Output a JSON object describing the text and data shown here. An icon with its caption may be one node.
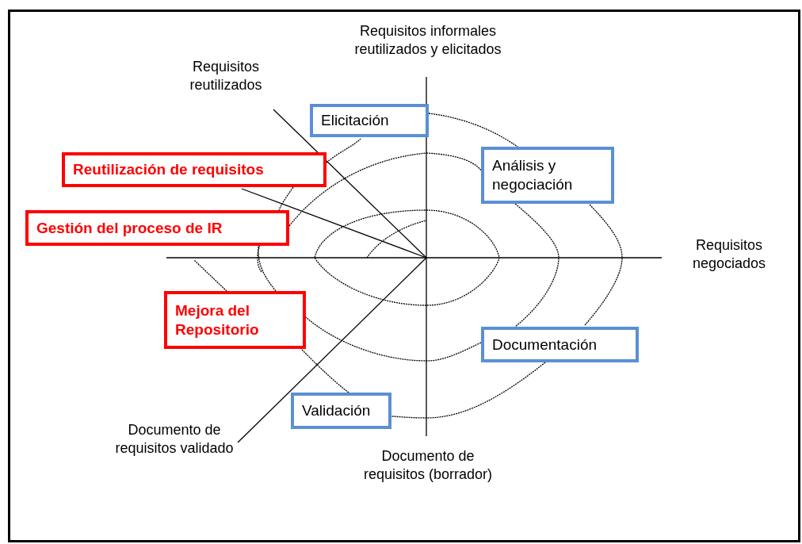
{
  "diagram": {
    "nodes": [
      {
        "text": [
          "Elicitación"
        ]
      },
      {
        "text": [
          "Análisis y negociación"
        ]
      },
      {
        "text": [
          "Reutilización de requisitos"
        ]
      },
      {
        "text": [
          "Gestión del proceso de IR"
        ]
      },
      {
        "text": [
          "Mejora del Repositorio"
        ]
      },
      {
        "text": [
          "Documentación"
        ]
      },
      {
        "text": [
          "Validación"
        ]
      }
    ],
    "labels": [
      "Requisitos informales reutilizados y elicitados",
      "Requisitos reutilizados",
      "Requisitos negociados",
      "Documento de requisitos validado",
      "Documento de requisitos (borrador)"
    ]
  }
}
